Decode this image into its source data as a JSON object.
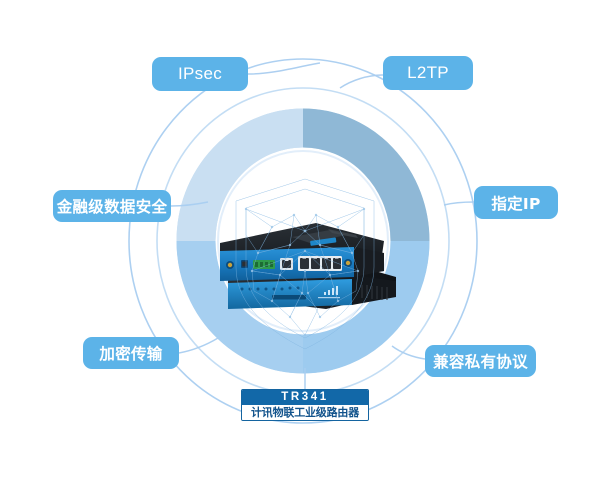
{
  "page": {
    "title": "TR341 industrial router VPN feature wheel",
    "background_color": "#ffffff"
  },
  "theme": {
    "badge_fill": "#5cb3e8",
    "badge_text": "#ffffff",
    "ring_thin_stroke": "#a8cdf0",
    "ring_band_pale": "#c9dff2",
    "ring_band_dark": "#8fb8d6",
    "ring_band_bright": "#9dcdf0",
    "ring_inner_stroke": "#dce9f7",
    "nameplate_bar": "#1268a8",
    "nameplate_text_dark": "#12538c",
    "device_panel_blue": "#1f7fc4",
    "device_body_dark": "#1b1f25",
    "shield_mesh": "#7fb4e0"
  },
  "badges": [
    {
      "id": "ipsec",
      "label": "IPsec",
      "script": "latin"
    },
    {
      "id": "l2tp",
      "label": "L2TP",
      "script": "latin"
    },
    {
      "id": "finance",
      "label": "金融级数据安全",
      "script": "cjk"
    },
    {
      "id": "ip",
      "label": "指定IP",
      "script": "cjk"
    },
    {
      "id": "encrypt",
      "label": "加密传输",
      "script": "cjk"
    },
    {
      "id": "proto",
      "label": "兼容私有协议",
      "script": "cjk"
    }
  ],
  "nameplate": {
    "model": "TR341",
    "description": "计讯物联工业级路由器"
  },
  "device": {
    "name": "industrial-router",
    "port_count": 4,
    "alt": "stacked industrial cellular routers with blue front panels"
  }
}
